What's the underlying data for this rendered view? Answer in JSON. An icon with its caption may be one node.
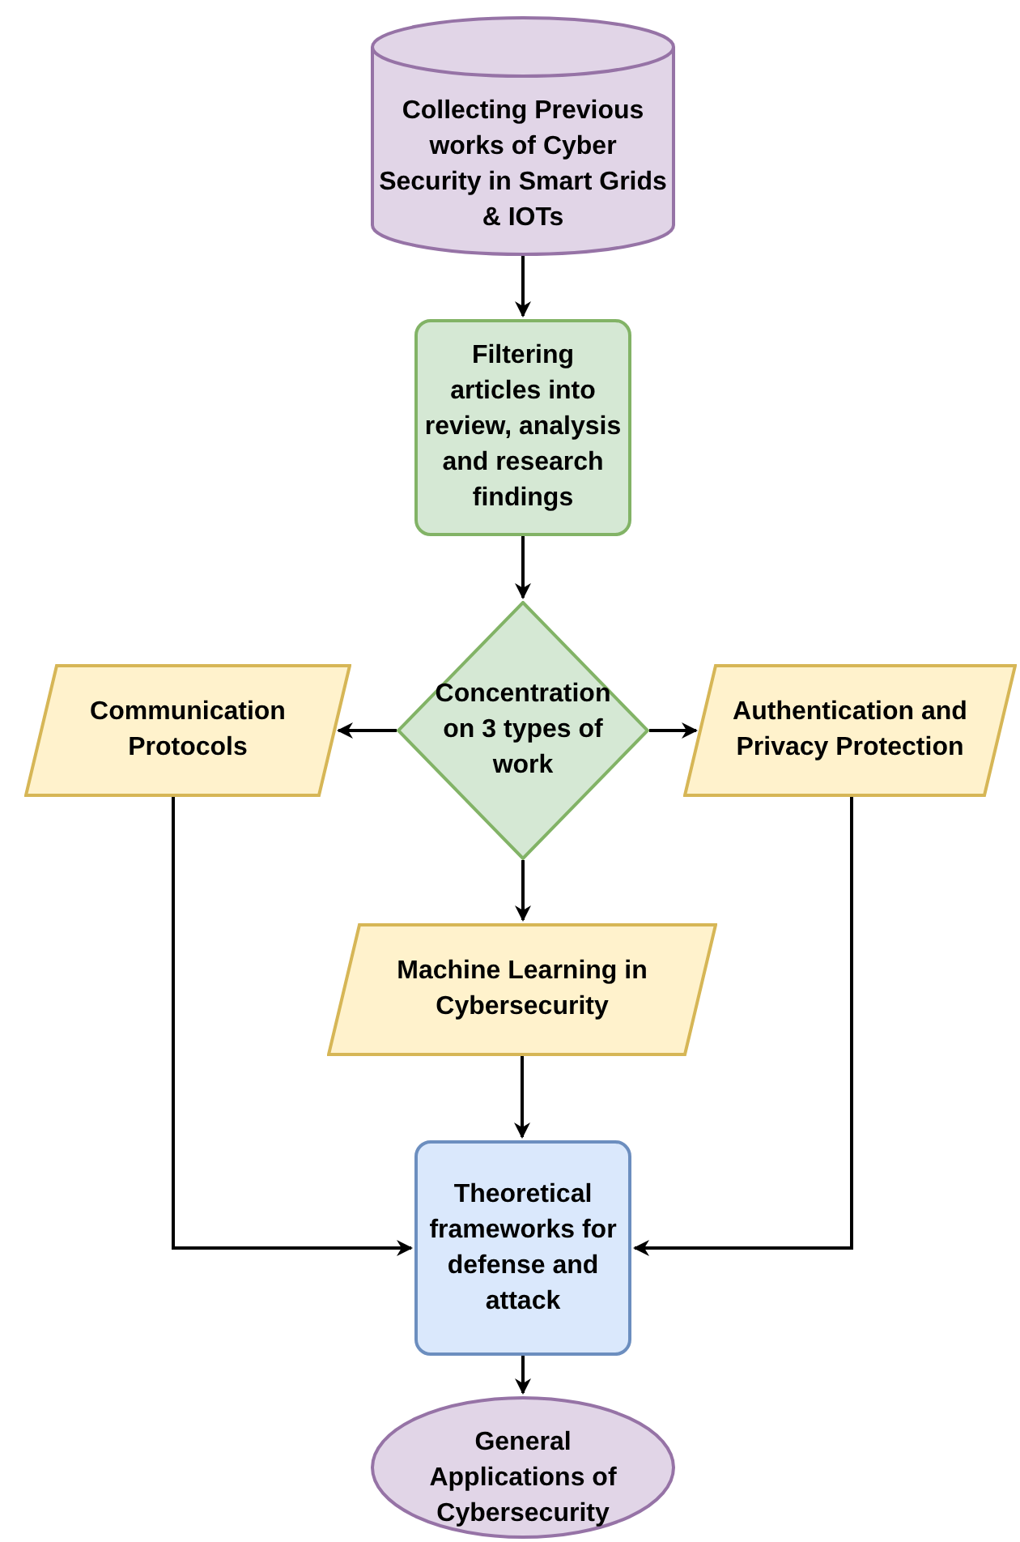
{
  "diagram": {
    "nodes": [
      {
        "text": [
          "Collecting Previous works of Cyber Security in Smart Grids & IOTs"
        ]
      },
      {
        "text": [
          "Filtering articles into review, analysis and research findings"
        ]
      },
      {
        "text": [
          "Concentration on 3 types of work"
        ]
      },
      {
        "text": [
          "Communication Protocols"
        ]
      },
      {
        "text": [
          "Authentication and Privacy Protection"
        ]
      },
      {
        "text": [
          "Machine Learning in Cybersecurity"
        ]
      },
      {
        "text": [
          "Theoretical frameworks for defense and attack"
        ]
      },
      {
        "text": [
          "General Applications of Cybersecurity"
        ]
      }
    ],
    "edges": [
      {
        "from": 0,
        "to": 1,
        "arrow": "to"
      },
      {
        "from": 1,
        "to": 2,
        "arrow": "to"
      },
      {
        "from": 2,
        "to": 3,
        "arrow": "to"
      },
      {
        "from": 2,
        "to": 4,
        "arrow": "to"
      },
      {
        "from": 2,
        "to": 5,
        "arrow": "to"
      },
      {
        "from": 5,
        "to": 6,
        "arrow": "to"
      },
      {
        "from": 3,
        "to": 6,
        "arrow": "to"
      },
      {
        "from": 4,
        "to": 6,
        "arrow": "to"
      },
      {
        "from": 6,
        "to": 7,
        "arrow": "to"
      }
    ]
  }
}
